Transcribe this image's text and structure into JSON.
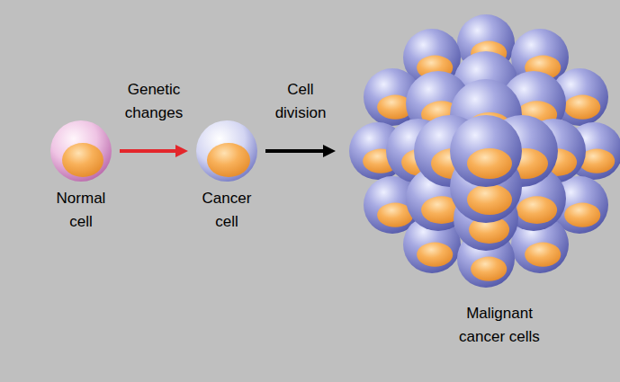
{
  "diagram": {
    "nodes": [
      {
        "text": [
          "Normal cell"
        ]
      },
      {
        "text": [
          "Cancer cell"
        ]
      },
      {
        "text": [
          "Malignant cancer cells"
        ]
      }
    ],
    "edges": [
      {
        "from": 0,
        "to": 1,
        "label": "Genetic changes",
        "arrow": "to"
      },
      {
        "from": 1,
        "to": 2,
        "label": "Cell division",
        "arrow": "to"
      }
    ]
  }
}
